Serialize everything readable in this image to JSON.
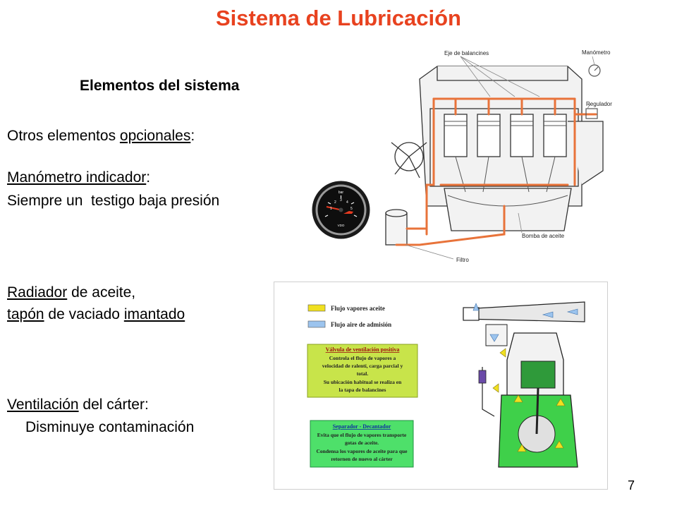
{
  "slide": {
    "title": "Sistema de Lubricación",
    "subtitle": "Elementos del sistema",
    "page_number": "7"
  },
  "text": {
    "opcionales_pre": "Otros elementos ",
    "opcionales_u": "opcionales",
    "opcionales_post": ":",
    "manometro_u": "Manómetro indicador",
    "manometro_post": ":",
    "testigo": "Siempre un  testigo baja presión",
    "radiador_u": "Radiador",
    "radiador_post": " de aceite,",
    "tapon_u": "tapón",
    "tapon_mid": " de vaciado ",
    "tapon_u2": "imantado",
    "ventilacion_u": "Ventilación",
    "ventilacion_post": " del cárter:",
    "disminuye": "Disminuye contaminación"
  },
  "engine_figure": {
    "eje": "Eje de balancines",
    "manometro": "Manómetro",
    "regulador": "Regulador",
    "bomba": "Bomba de aceite",
    "filtro": "Filtro"
  },
  "gauge": {
    "unit": "bar",
    "brand": "VDO",
    "ticks": [
      "1",
      "2",
      "3",
      "4",
      "5"
    ]
  },
  "pcv_figure": {
    "legend": {
      "vapores": "Flujo vapores aceite",
      "aire": "Flujo aire de admisión",
      "vapores_color": "#f0e020",
      "aire_color": "#9cc4ee"
    },
    "valvula": {
      "title": "Válvula de ventilación positiva",
      "lines": [
        "Controla el flujo de vapores a",
        "velocidad de ralentí, carga parcial y",
        "total.",
        "Su ubicación habitual se realiza en",
        "la tapa de balancines"
      ]
    },
    "separador": {
      "title": "Separador - Decantador",
      "lines": [
        "Evita que el flujo de vapores transporte",
        "gotas de aceite.",
        "Condensa los vapores de aceite para que",
        "retornen de nuevo al cárter"
      ]
    }
  }
}
